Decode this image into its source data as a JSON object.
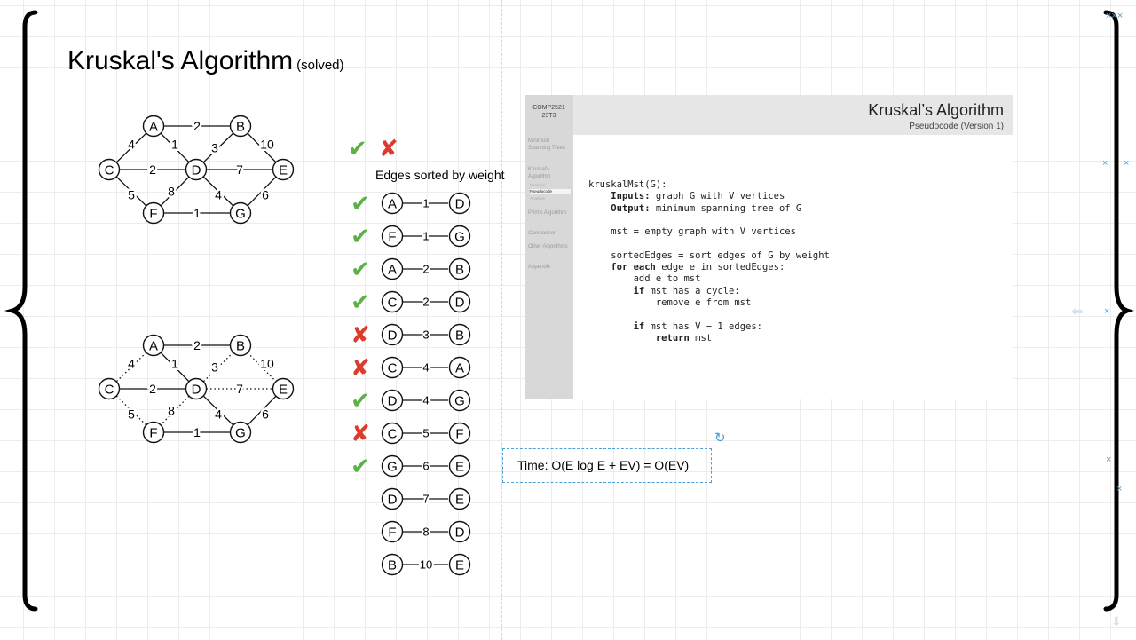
{
  "title": {
    "main": "Kruskal's Algorithm",
    "sub": "(solved)"
  },
  "legend": {
    "yes": "✔",
    "no": "✘"
  },
  "sorted_title": "Edges sorted by weight",
  "graph": {
    "nodes": [
      "A",
      "B",
      "C",
      "D",
      "E",
      "F",
      "G"
    ],
    "edges": [
      {
        "from": "A",
        "to": "B",
        "weight": "2"
      },
      {
        "from": "A",
        "to": "C",
        "weight": "4"
      },
      {
        "from": "A",
        "to": "D",
        "weight": "1"
      },
      {
        "from": "B",
        "to": "D",
        "weight": "3"
      },
      {
        "from": "B",
        "to": "E",
        "weight": "10"
      },
      {
        "from": "C",
        "to": "D",
        "weight": "2"
      },
      {
        "from": "D",
        "to": "E",
        "weight": "7"
      },
      {
        "from": "C",
        "to": "F",
        "weight": "5"
      },
      {
        "from": "D",
        "to": "F",
        "weight": "8"
      },
      {
        "from": "D",
        "to": "G",
        "weight": "4"
      },
      {
        "from": "E",
        "to": "G",
        "weight": "6"
      },
      {
        "from": "F",
        "to": "G",
        "weight": "1"
      }
    ],
    "mst_edges": [
      "A-B",
      "A-D",
      "C-D",
      "D-G",
      "E-G",
      "F-G"
    ]
  },
  "sorted_edges": [
    {
      "from": "A",
      "to": "D",
      "weight": "1",
      "status": "check"
    },
    {
      "from": "F",
      "to": "G",
      "weight": "1",
      "status": "check"
    },
    {
      "from": "A",
      "to": "B",
      "weight": "2",
      "status": "check"
    },
    {
      "from": "C",
      "to": "D",
      "weight": "2",
      "status": "check"
    },
    {
      "from": "D",
      "to": "B",
      "weight": "3",
      "status": "cross"
    },
    {
      "from": "C",
      "to": "A",
      "weight": "4",
      "status": "cross"
    },
    {
      "from": "D",
      "to": "G",
      "weight": "4",
      "status": "check"
    },
    {
      "from": "C",
      "to": "F",
      "weight": "5",
      "status": "cross"
    },
    {
      "from": "G",
      "to": "E",
      "weight": "6",
      "status": "check"
    },
    {
      "from": "D",
      "to": "E",
      "weight": "7",
      "status": ""
    },
    {
      "from": "F",
      "to": "D",
      "weight": "8",
      "status": ""
    },
    {
      "from": "B",
      "to": "E",
      "weight": "10",
      "status": ""
    }
  ],
  "slide": {
    "course": "COMP2521",
    "term": "23T3",
    "title": "Kruskal’s Algorithm",
    "subtitle": "Pseudocode (Version 1)",
    "nav": [
      "Minimum Spanning Trees",
      "Kruskal's Algorithm",
      "Prim's Algorithm",
      "Comparison",
      "Other Algorithms",
      "Appendix"
    ],
    "nav_sub_1": [
      "Example",
      "Pseudocode",
      "Analysis"
    ],
    "code": {
      "sig": "kruskalMst(G):",
      "inputs_kw": "Inputs:",
      "inputs_text": " graph G with V vertices",
      "output_kw": "Output:",
      "output_text": " minimum spanning tree of G",
      "mst_line": "mst = empty graph with V vertices",
      "sorted_line": "sortedEdges = sort edges of G by weight",
      "for_kw": "for each",
      "for_text": " edge e in sortedEdges:",
      "add_line": "add e to mst",
      "if_kw": "if",
      "if_cycle": " mst has a cycle:",
      "remove_line": "remove e from mst",
      "if_edges": " mst has V − 1 edges:",
      "return_kw": "return",
      "return_text": " mst"
    }
  },
  "time_text": "Time: O(E log E + EV) = O(EV)",
  "colors": {
    "check": "#5db047",
    "cross": "#dd3b2d",
    "selection": "#4a9fd6"
  }
}
